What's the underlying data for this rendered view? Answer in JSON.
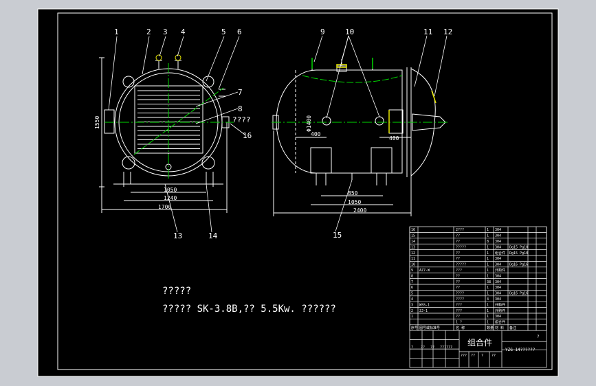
{
  "colors": {
    "background": "#c9ccd2",
    "paper": "#000000",
    "line": "#ffffff",
    "accent_green": "#00d800",
    "accent_yellow": "#e8e800",
    "accent_cyan": "#5ff"
  },
  "left_view": {
    "callouts": [
      "1",
      "2",
      "3",
      "4",
      "5",
      "6",
      "7",
      "8",
      "16",
      "13",
      "14"
    ],
    "label_8_text": "????",
    "dims": {
      "height": "1550",
      "inner": "1050",
      "mid": "1240",
      "outer": "1700"
    }
  },
  "right_view": {
    "callouts": [
      "9",
      "10",
      "11",
      "12",
      "15"
    ],
    "dims": {
      "d": "Φ1400",
      "left_off": "400",
      "right_off": "400",
      "base": "850",
      "base2": "1050",
      "total": "2400"
    }
  },
  "notes": {
    "title": "?????",
    "line": "????? SK-3.8B,?? 5.5Kw. ??????"
  },
  "bom": {
    "rows": [
      {
        "no": "16",
        "code": "",
        "name": "2???",
        "qty": "1",
        "mat": "304",
        "remark": ""
      },
      {
        "no": "15",
        "code": "",
        "name": "??",
        "qty": "1",
        "mat": "304",
        "remark": ""
      },
      {
        "no": "14",
        "code": "",
        "name": "??",
        "qty": "8",
        "mat": "304",
        "remark": ""
      },
      {
        "no": "13",
        "code": "",
        "name": "?????",
        "qty": "1",
        "mat": "304",
        "remark": "Dg15 Pg10"
      },
      {
        "no": "12",
        "code": "",
        "name": "??",
        "qty": "1",
        "mat": "组合件",
        "remark": "Dg15 Pg10"
      },
      {
        "no": "11",
        "code": "",
        "name": "??",
        "qty": "1",
        "mat": "304",
        "remark": ""
      },
      {
        "no": "10",
        "code": "",
        "name": "?????",
        "qty": "1",
        "mat": "304",
        "remark": "Dg16 Pg16"
      },
      {
        "no": "9",
        "code": "AZ7-W",
        "name": "???",
        "qty": "1",
        "mat": "外购件",
        "remark": ""
      },
      {
        "no": "8",
        "code": "",
        "name": "??",
        "qty": "1",
        "mat": "304",
        "remark": ""
      },
      {
        "no": "7",
        "code": "",
        "name": "??",
        "qty": "38",
        "mat": "304",
        "remark": ""
      },
      {
        "no": "6",
        "code": "",
        "name": "??",
        "qty": "1",
        "mat": "304",
        "remark": ""
      },
      {
        "no": "5",
        "code": "",
        "name": "????",
        "qty": "1",
        "mat": "304",
        "remark": "Dg16 Pg16"
      },
      {
        "no": "4",
        "code": "",
        "name": "????",
        "qty": "4",
        "mat": "304",
        "remark": ""
      },
      {
        "no": "3",
        "code": "WSS-1",
        "name": "???",
        "qty": "1",
        "mat": "外购件",
        "remark": ""
      },
      {
        "no": "2",
        "code": "ZJ-1",
        "name": "???",
        "qty": "1",
        "mat": "外购件",
        "remark": ""
      },
      {
        "no": "1",
        "code": "",
        "name": "??",
        "qty": "1",
        "mat": "304",
        "remark": ""
      },
      {
        "no": "",
        "code": "",
        "name": "1 ?",
        "qty": "1",
        "mat": "组合件",
        "remark": ""
      }
    ],
    "header": {
      "no": "序号",
      "code": "图号或标准号",
      "name": "名 称",
      "qty": "数量",
      "mat": "材 料",
      "remark": "备注"
    },
    "title_block": {
      "name": "组合件",
      "code": "YZG-14??????",
      "scale": "?"
    },
    "sign_left": [
      "?",
      "??",
      "??",
      "??????"
    ],
    "sign_mid": [
      "???",
      "??",
      "?",
      "??"
    ]
  }
}
